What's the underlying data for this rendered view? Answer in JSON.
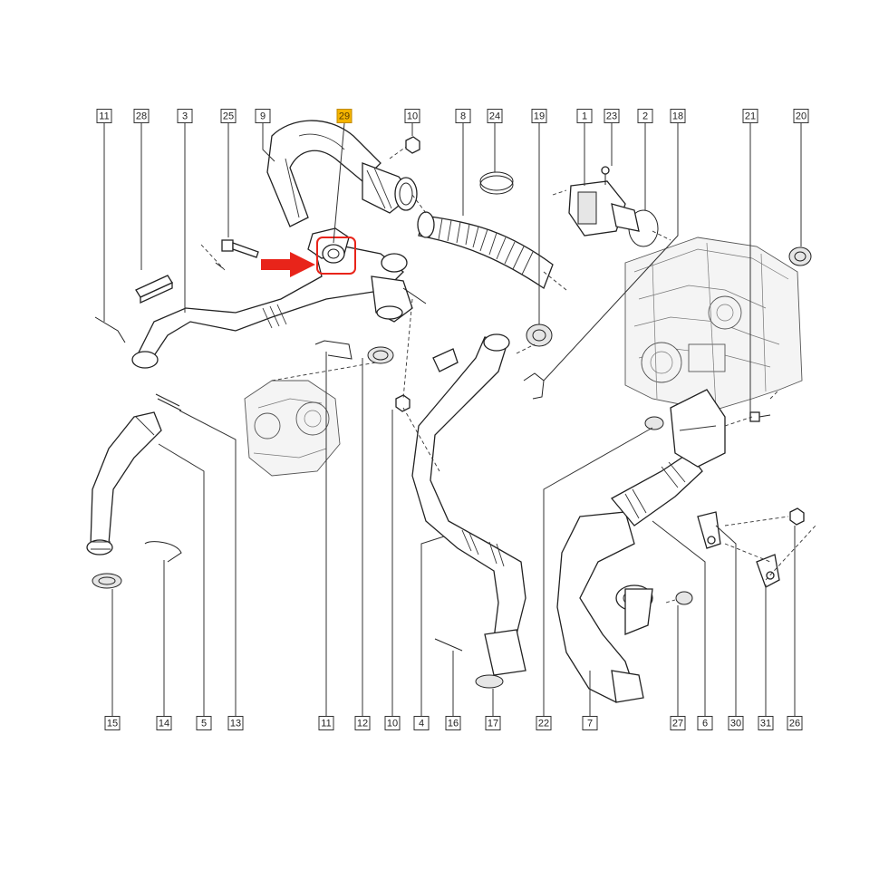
{
  "diagram": {
    "top_labels": [
      {
        "id": "label-11-top",
        "text": "11"
      },
      {
        "id": "label-28",
        "text": "28"
      },
      {
        "id": "label-3",
        "text": "3"
      },
      {
        "id": "label-25",
        "text": "25"
      },
      {
        "id": "label-9",
        "text": "9"
      },
      {
        "id": "label-29",
        "text": "29",
        "highlight": true
      },
      {
        "id": "label-10-top",
        "text": "10"
      },
      {
        "id": "label-8",
        "text": "8"
      },
      {
        "id": "label-24",
        "text": "24"
      },
      {
        "id": "label-19",
        "text": "19"
      },
      {
        "id": "label-1",
        "text": "1"
      },
      {
        "id": "label-23",
        "text": "23"
      },
      {
        "id": "label-2",
        "text": "2"
      },
      {
        "id": "label-18",
        "text": "18"
      },
      {
        "id": "label-21",
        "text": "21"
      },
      {
        "id": "label-20",
        "text": "20"
      }
    ],
    "bottom_labels": [
      {
        "id": "label-15",
        "text": "15"
      },
      {
        "id": "label-14",
        "text": "14"
      },
      {
        "id": "label-5",
        "text": "5"
      },
      {
        "id": "label-13",
        "text": "13"
      },
      {
        "id": "label-11-bottom",
        "text": "11"
      },
      {
        "id": "label-12",
        "text": "12"
      },
      {
        "id": "label-10-bottom",
        "text": "10"
      },
      {
        "id": "label-4",
        "text": "4"
      },
      {
        "id": "label-16",
        "text": "16"
      },
      {
        "id": "label-17",
        "text": "17"
      },
      {
        "id": "label-22",
        "text": "22"
      },
      {
        "id": "label-7",
        "text": "7"
      },
      {
        "id": "label-27",
        "text": "27"
      },
      {
        "id": "label-6",
        "text": "6"
      },
      {
        "id": "label-30",
        "text": "30"
      },
      {
        "id": "label-31",
        "text": "31"
      },
      {
        "id": "label-26",
        "text": "26"
      }
    ],
    "highlighted_part": "29",
    "colors": {
      "highlight_fill": "#f4b400",
      "arrow": "#e8241a",
      "callout_box": "#e8241a",
      "line": "#222222"
    }
  }
}
